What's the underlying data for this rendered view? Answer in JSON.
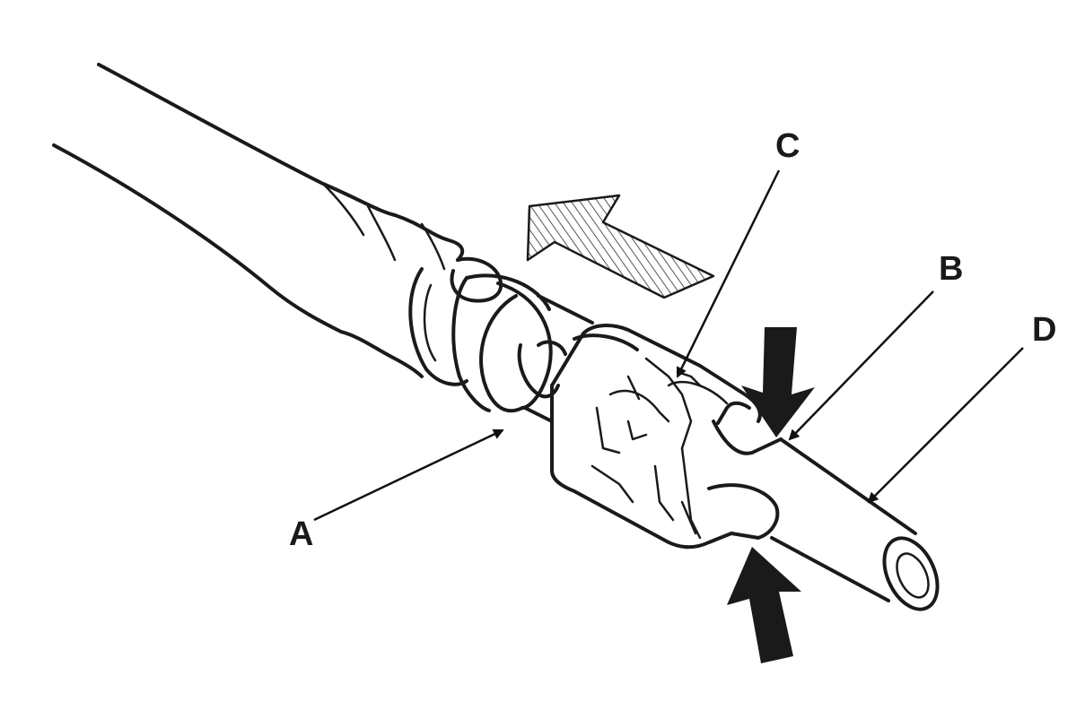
{
  "labels": {
    "a": "A",
    "b": "B",
    "c": "C",
    "d": "D"
  },
  "colors": {
    "line": "#1a1a1a",
    "background": "#ffffff",
    "hatch": "#555555"
  },
  "icons": {
    "direction_arrow": "hatched-arrow-icon",
    "press_arrow_top": "press-arrow-down-icon",
    "press_arrow_bottom": "press-arrow-up-icon"
  }
}
